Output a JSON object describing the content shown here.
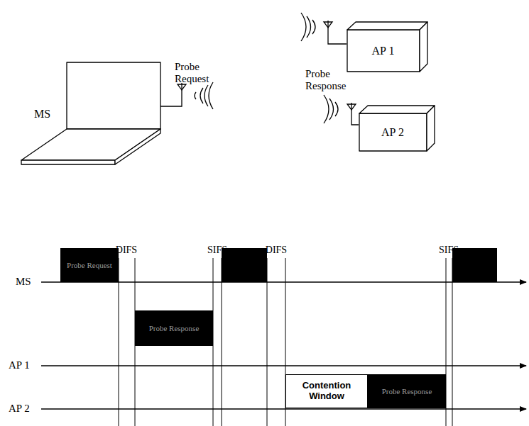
{
  "diagram": {
    "nodes": [
      {
        "text": [
          "AP 1"
        ]
      },
      {
        "text": [
          "AP 2"
        ]
      },
      {
        "text": [
          "Probe Request"
        ]
      },
      {
        "text": [
          "Probe Response"
        ]
      },
      {
        "text": [
          "Contention Window"
        ]
      },
      {
        "text": [
          "Probe Response"
        ]
      }
    ],
    "labels": [
      "Probe Request",
      "MS",
      "Probe Response",
      "DIFS",
      "SIFS",
      "DIFS",
      "SIFS",
      "MS",
      "AP 1",
      "AP 2"
    ]
  }
}
